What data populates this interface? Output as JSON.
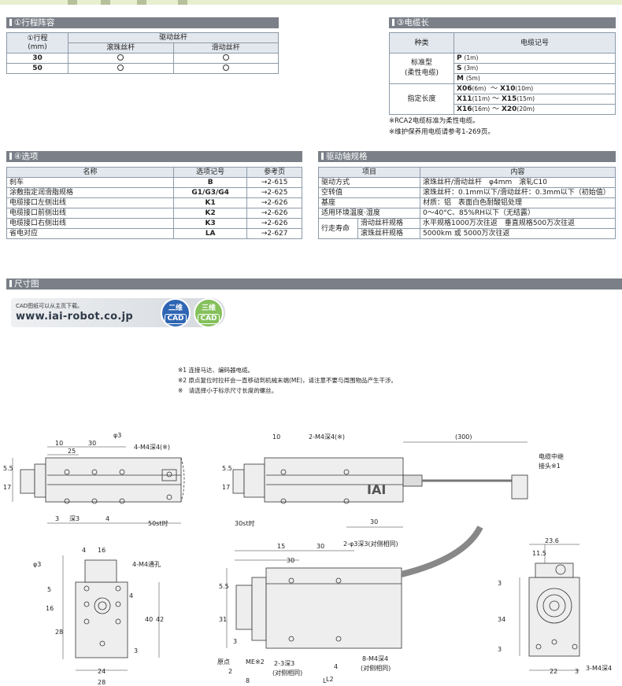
{
  "stroke": {
    "title": "①行程阵容",
    "header_col1": "①行程\n(mm)",
    "header_col1_line1": "①行程",
    "header_col1_line2": "(mm)",
    "header_group": "驱动丝杆",
    "header_ball": "滚珠丝杆",
    "header_slide": "滑动丝杆",
    "rows": [
      {
        "stroke": "30",
        "ball": true,
        "slide": true
      },
      {
        "stroke": "50",
        "ball": true,
        "slide": true
      }
    ]
  },
  "cable": {
    "title": "③电缆长",
    "header_kind": "种类",
    "header_code": "电缆记号",
    "standard_label_1": "标准型",
    "standard_label_2": "(柔性电缆)",
    "standard": [
      {
        "code": "P",
        "len": "(1m)"
      },
      {
        "code": "S",
        "len": "(3m)"
      },
      {
        "code": "M",
        "len": "(5m)"
      }
    ],
    "specified_label": "指定长度",
    "specified": [
      {
        "from": "X06",
        "from_len": "(6m)",
        "tilde": "～",
        "to": "X10",
        "to_len": "(10m)"
      },
      {
        "from": "X11",
        "from_len": "(11m)",
        "tilde": "～",
        "to": "X15",
        "to_len": "(15m)"
      },
      {
        "from": "X16",
        "from_len": "(16m)",
        "tilde": "～",
        "to": "X20",
        "to_len": "(20m)"
      }
    ],
    "note1": "※RCA2电缆标准为柔性电缆。",
    "note2": "※维护保养用电缆请参考1-269页。"
  },
  "options": {
    "title": "④选项",
    "header_name": "名称",
    "header_code": "选项记号",
    "header_page": "参考页",
    "rows": [
      {
        "name": "刹车",
        "code": "B",
        "page": "→2-615"
      },
      {
        "name": "涂敷指定润滑脂规格",
        "code": "G1/G3/G4",
        "page": "→2-625"
      },
      {
        "name": "电缆接口左侧出线",
        "code": "K1",
        "page": "→2-626"
      },
      {
        "name": "电缆接口前侧出线",
        "code": "K2",
        "page": "→2-626"
      },
      {
        "name": "电缆接口右侧出线",
        "code": "K3",
        "page": "→2-626"
      },
      {
        "name": "省电对应",
        "code": "LA",
        "page": "→2-627"
      }
    ]
  },
  "drive": {
    "title": "驱动轴规格",
    "header_item": "项目",
    "header_content": "内容",
    "rows": [
      {
        "item": "驱动方式",
        "content": "滚珠丝杆/滑动丝杆　φ4mm　滚轧C10"
      },
      {
        "item": "空转值",
        "content": "滚珠丝杆：0.1mm以下/滑动丝杆：0.3mm以下（初始值）"
      },
      {
        "item": "基座",
        "content": "材质：铝　表面白色耐酸铝处理"
      },
      {
        "item": "适用环境温度·湿度",
        "content": "0～40°C、85%RH以下（无结露）"
      }
    ],
    "life_label": "行走寿命",
    "life_rows": [
      {
        "sub": "滑动丝杆规格",
        "content": "水平规格1000万次往返　垂直规格500万次往返"
      },
      {
        "sub": "滚珠丝杆规格",
        "content": "5000km 或 5000万次往返"
      }
    ]
  },
  "dimensions": {
    "title": "尺寸图",
    "cad_small": "CAD图纸可以从主页下载。",
    "cad_url": "www.iai-robot.co.jp",
    "cad2_num": "二维",
    "cad2_txt": "CAD",
    "cad3_num": "三维",
    "cad3_txt": "CAD",
    "note1": "※1 连接马达、编码器电缆。",
    "note2": "※2 原点复位时拉杆会一直移动到机械末端(ME)，请注意不要与周围物品产生干涉。",
    "note3": "※　请选择小于标示尺寸长度的螺丝。",
    "drawing_labels": {
      "d10a": "10",
      "d30a": "30",
      "d25": "25",
      "phi3": "φ3",
      "hole1": "4-M4深4(※)",
      "d55a": "5.5",
      "d17a": "17",
      "d3a": "3",
      "depth3": "深3",
      "d4a": "4",
      "st50": "50st时",
      "d10b": "10",
      "m4deep": "2-M4深4(※)",
      "d300": "(300)",
      "joint1": "电缆中继",
      "joint2": "接头※1",
      "d55b": "5.5",
      "d17b": "17",
      "st30": "30st时",
      "d30b": "30",
      "iai": "IAI",
      "d4b": "4",
      "d16": "16",
      "phi3b": "φ3",
      "m4thru": "4-M4通孔",
      "d5": "5",
      "d4c": "4",
      "d16b": "16",
      "d28": "28",
      "d40": "40",
      "d42": "42",
      "d3b": "3",
      "d24": "24",
      "d28b": "28",
      "d15": "15",
      "d30c": "30",
      "d30d": "30",
      "hole2": "2-φ3深3(对侧相同)",
      "d55c": "5.5",
      "d31": "31",
      "d3c": "3",
      "origin": "原点",
      "me": "ME※2",
      "d2": "2",
      "d8": "8",
      "hole3": "2-3深3",
      "hole3b": "(对侧相同)",
      "hole4": "8-M4深4",
      "hole4b": "(对侧相同)",
      "d4d": "4",
      "L": "L",
      "L2": "L2",
      "d236": "23.6",
      "d115": "11.5",
      "d3d": "3",
      "d34": "34",
      "d3e": "3",
      "d22": "22",
      "d3f": "3",
      "m4deep3": "3-M4深4"
    }
  }
}
